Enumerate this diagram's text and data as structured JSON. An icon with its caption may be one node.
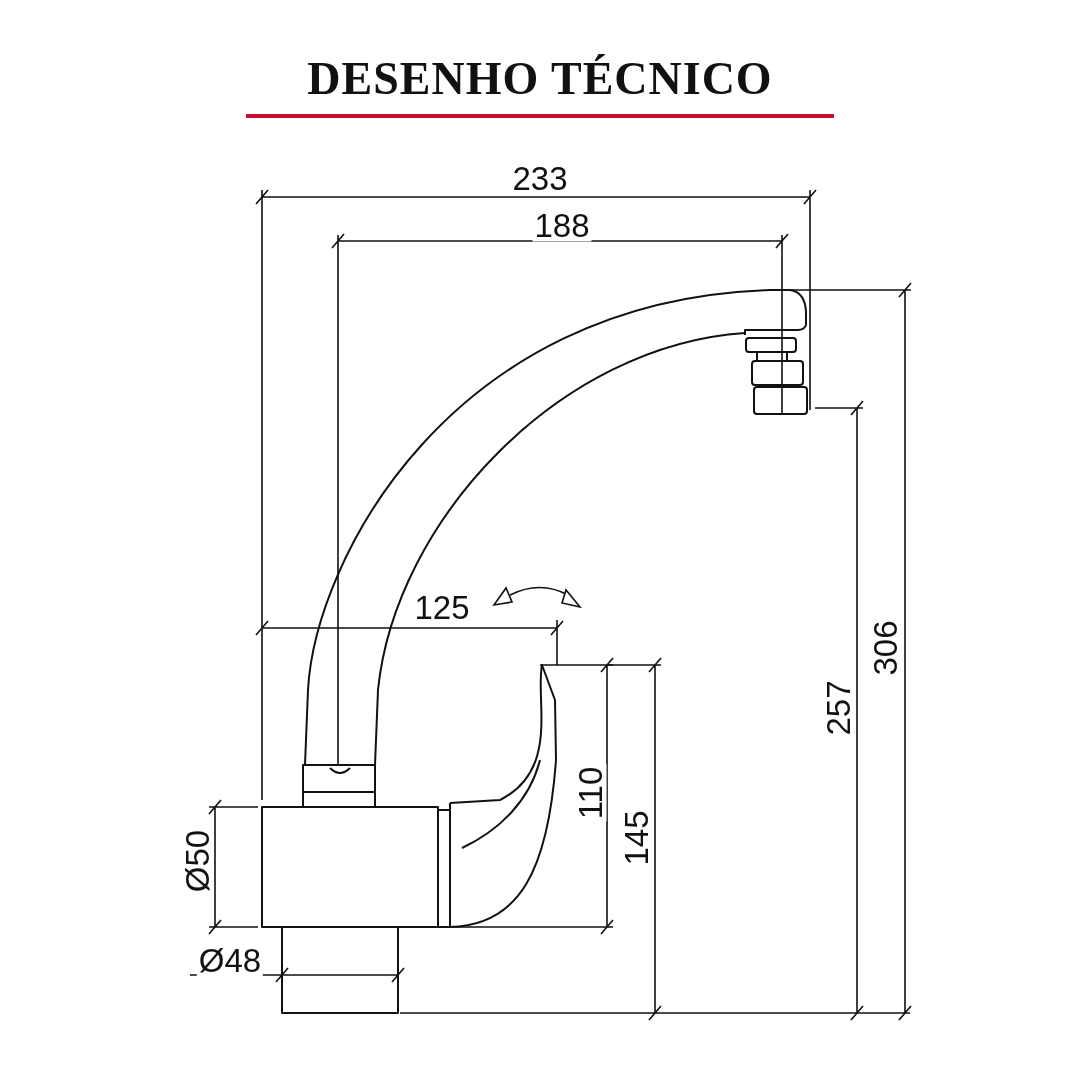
{
  "diagram": {
    "title": "DESENHO TÉCNICO",
    "labels": [
      "233",
      "188",
      "125",
      "257",
      "306",
      "110",
      "145",
      "Ø50",
      "Ø48"
    ]
  }
}
